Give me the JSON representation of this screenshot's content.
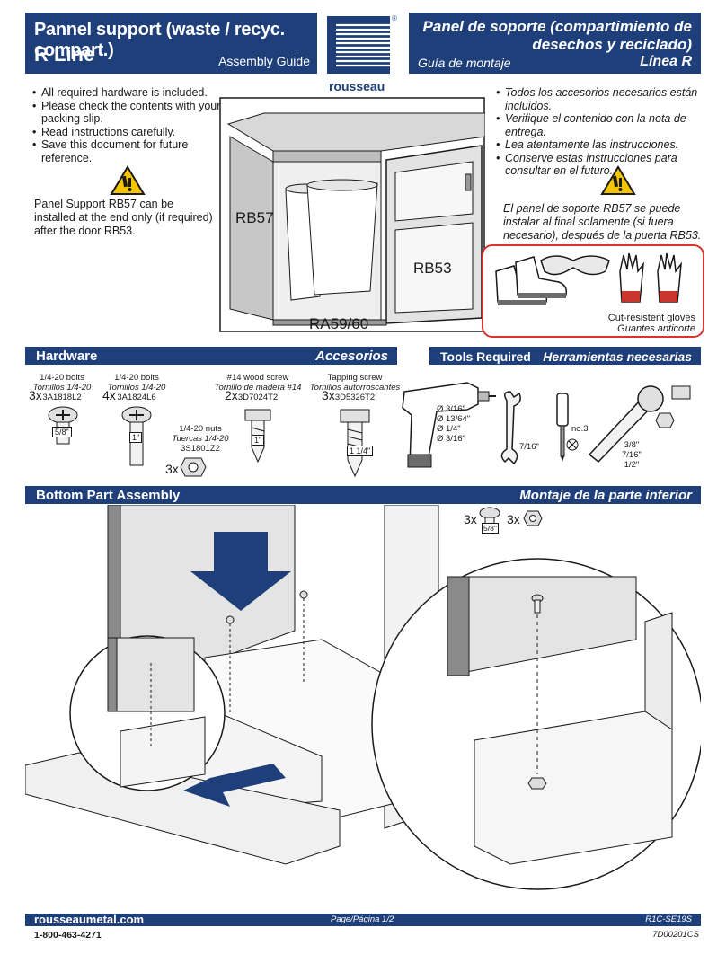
{
  "header": {
    "title_en_1": "Pannel support (waste / recyc. compart.)",
    "title_en_2": "R Line",
    "guide_en": "Assembly Guide",
    "title_es": "Panel de soporte (compartimiento de desechos  y reciclado)",
    "guide_es": "Guía de montaje",
    "line_es": "Línea R",
    "logo_text": "rousseau",
    "logo_mark": "®"
  },
  "bullets_en": [
    "All required hardware is included.",
    "Please check the contents with your packing slip.",
    "Read instructions carefully.",
    "Save this document for future reference."
  ],
  "bullets_es": [
    "Todos los accesorios necesarios están incluidos.",
    "Verifique el contenido con la nota de entrega.",
    "Lea atentamente las instrucciones.",
    "Conserve estas instrucciones para consultar en el futuro."
  ],
  "note_en": "Panel Support RB57 can be installed at the end only (if required) after the door RB53.",
  "note_es": "El panel de soporte RB57 se puede instalar al final solamente (si fuera necesario), después de la puerta RB53.",
  "cabinet_labels": {
    "rb57": "RB57",
    "rb53": "RB53",
    "ra": "RA59/60"
  },
  "safety": {
    "label_en": "Cut-resistent gloves",
    "label_es": "Guantes anticorte"
  },
  "hardware": {
    "title_en": "Hardware",
    "title_es": "Accesorios",
    "items": [
      {
        "name": "1/4-20 bolts",
        "name_es": "Tornillos 1/4-20",
        "code": "3A1818L2",
        "qty": "3x",
        "size": "5/8\""
      },
      {
        "name": "1/4-20 bolts",
        "name_es": "Tornillos 1/4-20",
        "code": "3A1824L6",
        "qty": "4x",
        "size": "1\""
      },
      {
        "name": "1/4-20 nuts",
        "name_es": "Tuercas 1/4-20",
        "code": "3S1801Z2",
        "qty": "3x",
        "size": ""
      },
      {
        "name": "#14 wood screw",
        "name_es": "Tornillo de madera #14",
        "code": "3D7024T2",
        "qty": "2x",
        "size": "1\""
      },
      {
        "name": "Tapping screw",
        "name_es": "Tornillos autorroscantes",
        "code": "3D5326T2",
        "qty": "3x",
        "size": "1 1/4\""
      }
    ]
  },
  "tools": {
    "title_en": "Tools Required",
    "title_es": "Herramientas necesarias",
    "drill_bits": [
      "Ø 3/16\"",
      "Ø 13/64\"",
      "Ø 1/4\"",
      "Ø 3/16\""
    ],
    "wrench": "7/16\"",
    "screwdriver": "no.3",
    "sockets": [
      "3/8\"",
      "7/16\"",
      "1/2\""
    ]
  },
  "assembly": {
    "title_en": "Bottom Part Assembly",
    "title_es": "Montaje de la parte inferior",
    "parts": [
      {
        "qty": "3x",
        "size": "5/8\""
      },
      {
        "qty": "3x",
        "size": ""
      }
    ]
  },
  "footer": {
    "website": "rousseaumetal.com",
    "phone": "1-800-463-4271",
    "page": "Page/Página 1/2",
    "code1": "R1C-SE19S",
    "code2": "7D00201CS"
  },
  "colors": {
    "brand": "#1e3f7a",
    "warning": "#f3c600",
    "safety_border": "#d9352a"
  }
}
